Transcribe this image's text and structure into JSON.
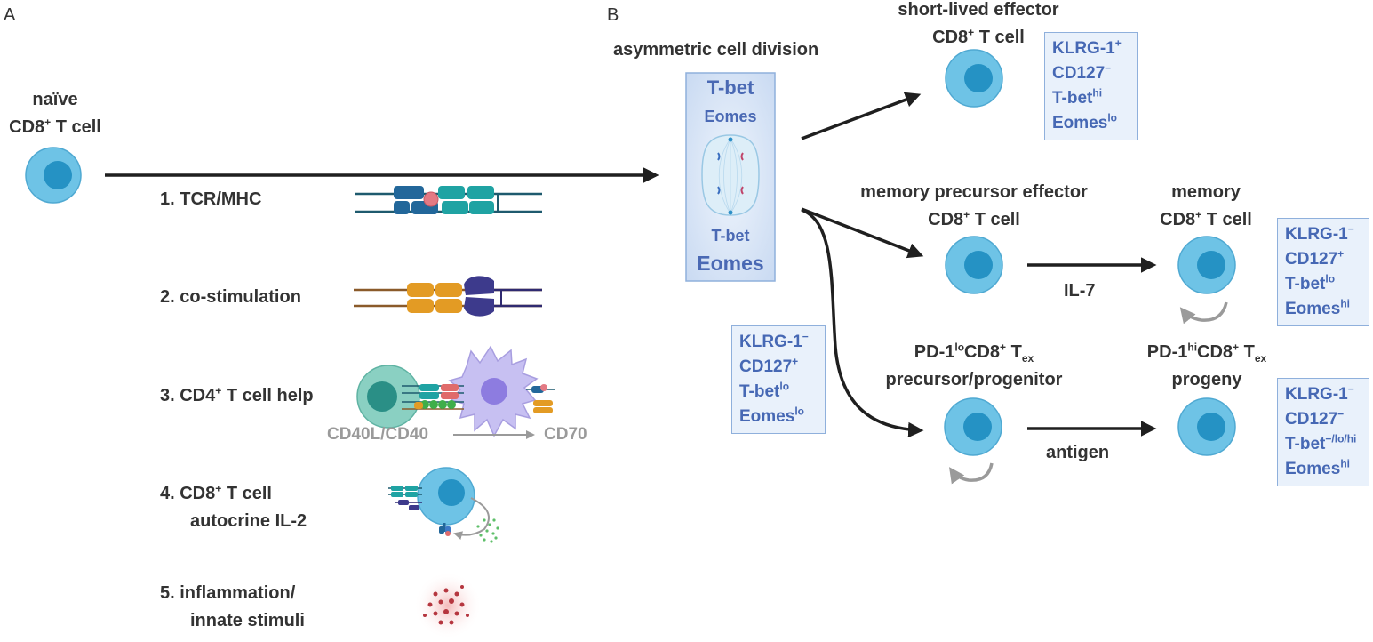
{
  "panels": {
    "a": "A",
    "b": "B"
  },
  "left": {
    "naive": {
      "line1": "naïve",
      "line2_pre": "CD8",
      "line2_sup": "+",
      "line2_post": " T cell"
    },
    "steps": {
      "s1": "1.  TCR/MHC",
      "s2": "2.  co-stimulation",
      "s3_pre": "3.  CD4",
      "s3_sup": "+",
      "s3_post": " T cell help",
      "s4_l1_pre": "4.  CD8",
      "s4_l1_sup": "+",
      "s4_l1_post": " T cell",
      "s4_l2": "autocrine IL-2",
      "s5_l1": "5.  inflammation/",
      "s5_l2": "innate stimuli"
    },
    "cd40": "CD40L/CD40",
    "cd70": "CD70"
  },
  "right": {
    "asym_title": "asymmetric cell division",
    "asym_box": {
      "tbet_top": "T-bet",
      "eomes_top": "Eomes",
      "tbet_bottom": "T-bet",
      "eomes_bottom": "Eomes"
    },
    "slec": {
      "line1": "short-lived effector",
      "line2_pre": "CD8",
      "line2_sup": "+",
      "line2_post": " T cell"
    },
    "mpec": {
      "line1": "memory precursor effector",
      "line2_pre": "CD8",
      "line2_sup": "+",
      "line2_post": " T cell"
    },
    "memory": {
      "line1": "memory",
      "line2_pre": "CD8",
      "line2_sup": "+",
      "line2_post": " T cell"
    },
    "tex_pre": {
      "a": "PD-1",
      "a_sup": "lo",
      "b": "CD8",
      "b_sup": "+",
      "c": " T",
      "c_sub": "ex",
      "line2": "precursor/progenitor"
    },
    "tex_prog": {
      "a": "PD-1",
      "a_sup": "hi",
      "b": "CD8",
      "b_sup": "+",
      "c": " T",
      "c_sub": "ex",
      "line2": "progeny"
    },
    "il7": "IL-7",
    "antigen": "antigen",
    "box_slec": [
      {
        "t": "KLRG-1",
        "s": "+"
      },
      {
        "t": "CD127",
        "s": "−"
      },
      {
        "t": "T-bet",
        "s": "hi"
      },
      {
        "t": "Eomes",
        "s": "lo"
      }
    ],
    "box_mem": [
      {
        "t": "KLRG-1",
        "s": "−"
      },
      {
        "t": "CD127",
        "s": "+"
      },
      {
        "t": "T-bet",
        "s": "lo"
      },
      {
        "t": "Eomes",
        "s": "hi"
      }
    ],
    "box_pre": [
      {
        "t": "KLRG-1",
        "s": "−"
      },
      {
        "t": "CD127",
        "s": "+"
      },
      {
        "t": "T-bet",
        "s": "lo"
      },
      {
        "t": "Eomes",
        "s": "lo"
      }
    ],
    "box_prog": [
      {
        "t": "KLRG-1",
        "s": "−"
      },
      {
        "t": "CD127",
        "s": "−"
      },
      {
        "t": "T-bet",
        "s": "−/lo/hi"
      },
      {
        "t": "Eomes",
        "s": "hi"
      }
    ]
  },
  "colors": {
    "cell_outer": "#6ec3e6",
    "cell_inner": "#2592c4",
    "box_fill": "#e9f1fb",
    "box_border": "#8fb0dc",
    "marker_text": "#4668b4",
    "arrow": "#1f1f1f"
  }
}
